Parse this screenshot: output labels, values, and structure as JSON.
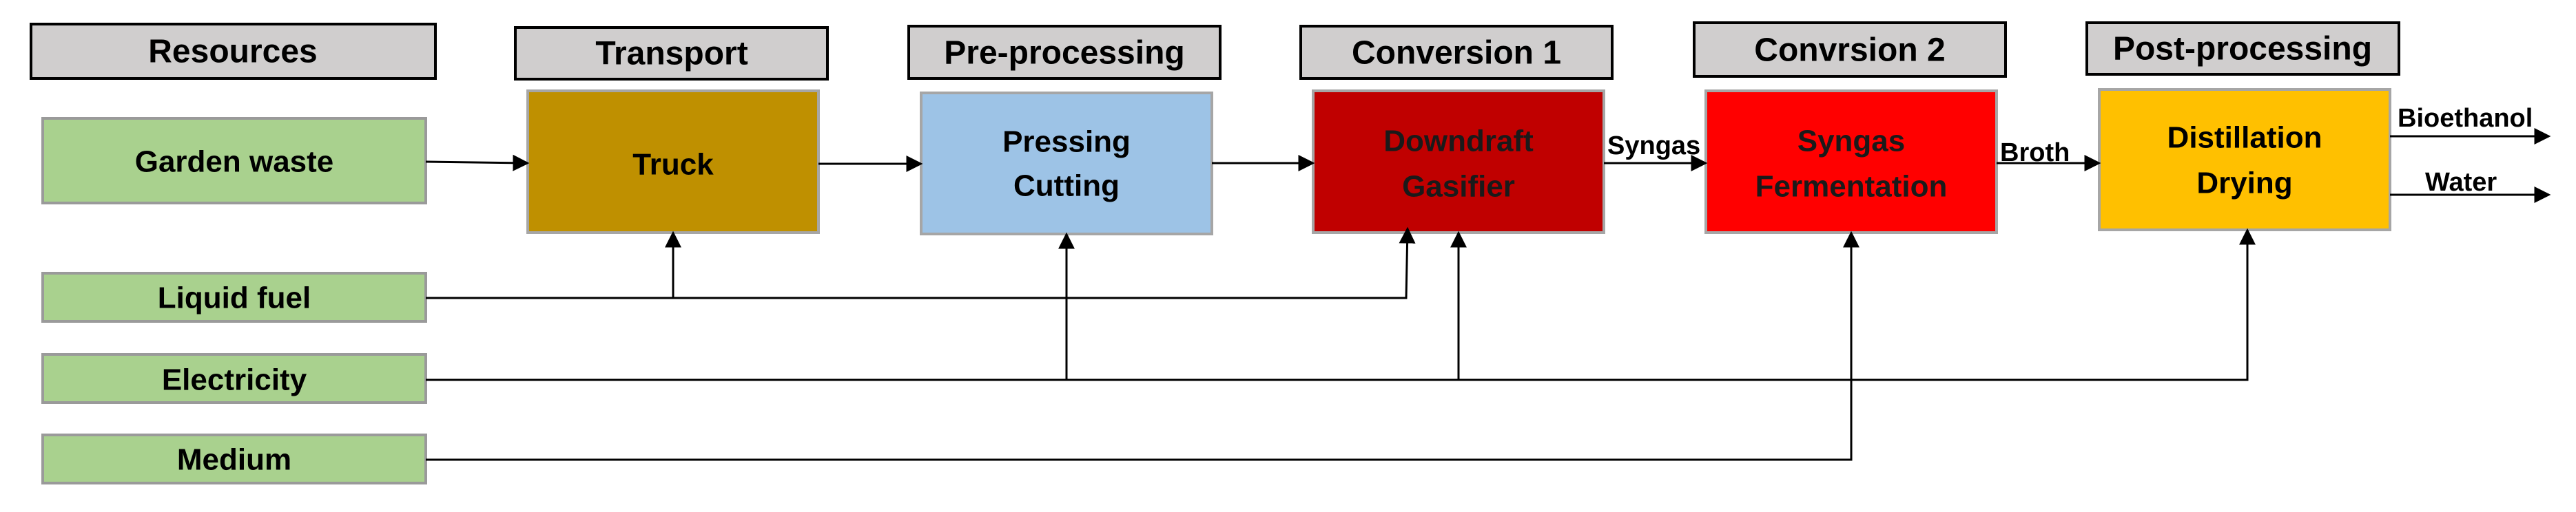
{
  "stages": [
    {
      "id": "resources",
      "header": "Resources"
    },
    {
      "id": "transport",
      "header": "Transport",
      "process": [
        "Truck"
      ],
      "fill": "#bf9000",
      "text_color": "#000000"
    },
    {
      "id": "preprocessing",
      "header": "Pre-processing",
      "process": [
        "Pressing",
        "Cutting"
      ],
      "fill": "#9dc3e6",
      "text_color": "#000000"
    },
    {
      "id": "conversion1",
      "header": "Conversion 1",
      "process": [
        "Downdraft",
        "Gasifier"
      ],
      "fill": "#c00000",
      "text_color": "#1a1a1a"
    },
    {
      "id": "conversion2",
      "header": "Convrsion 2",
      "process": [
        "Syngas",
        "Fermentation"
      ],
      "fill": "#ff0000",
      "text_color": "#1a1a1a"
    },
    {
      "id": "postprocessing",
      "header": "Post-processing",
      "process": [
        "Distillation",
        "Drying"
      ],
      "fill": "#ffc000",
      "text_color": "#000000"
    }
  ],
  "resources": [
    "Garden waste",
    "Liquid fuel",
    "Electricity",
    "Medium"
  ],
  "flows": {
    "syngas": "Syngas",
    "broth": "Broth",
    "bioethanol": "Bioethanol",
    "water": "Water"
  },
  "colors": {
    "header_fill": "#d0cece",
    "resource_fill": "#a9d18e",
    "line": "#000000"
  }
}
